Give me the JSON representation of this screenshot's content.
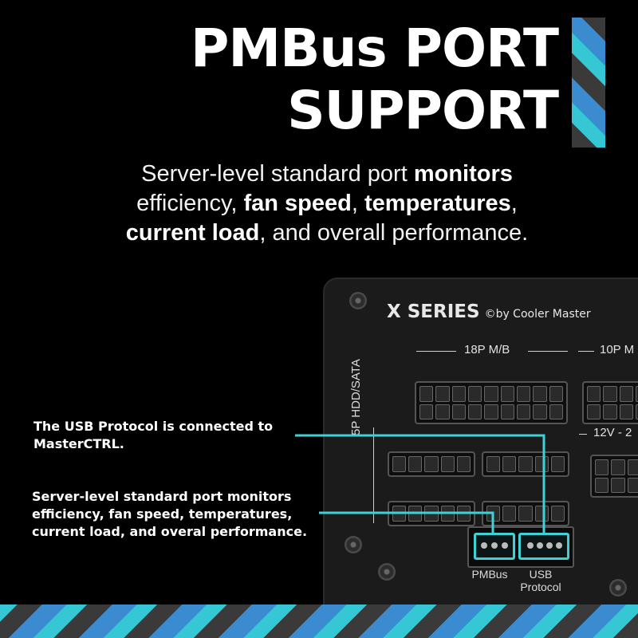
{
  "heading": {
    "line1": "PMBus PORT",
    "line2": "SUPPORT"
  },
  "intro": {
    "p1": "Server-level standard port ",
    "b1": "monitors",
    "p2": " efficiency, ",
    "b2": "fan speed",
    "p3": ", ",
    "b3": "temperatures",
    "p4": ", ",
    "b4": "current load",
    "p5": ", and overall performance."
  },
  "psu": {
    "series": "X SERIES",
    "maker": "©by Cooler Master",
    "label_18p": "18P M/B",
    "label_10p": "10P M",
    "label_12v": "12V - 2",
    "side_label": "5P HDD/SATA",
    "pmbus_caption": "PMBus",
    "usb_caption_1": "USB",
    "usb_caption_2": "Protocol"
  },
  "callouts": {
    "usb": [
      "The USB Protocol is connected to",
      "MasterCTRL."
    ],
    "pmbus": [
      "Server-level standard port monitors",
      "efficiency, fan speed, temperatures,",
      "current load, and overal performance."
    ]
  },
  "colors": {
    "accent": "#3fd1d6",
    "stripe_blue": "#3b8bd0",
    "stripe_grey": "#3a3a3a"
  }
}
